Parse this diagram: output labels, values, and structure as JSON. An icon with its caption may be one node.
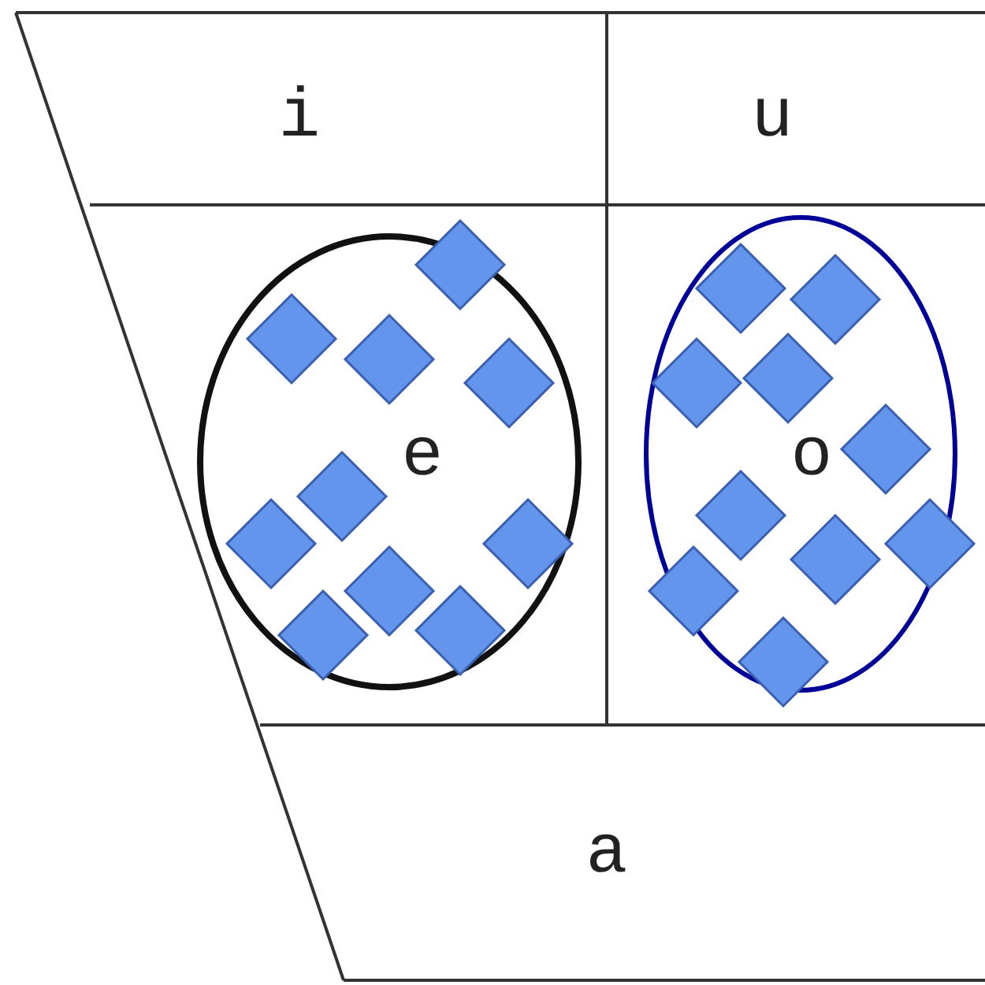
{
  "diagram": {
    "labels": [
      "i",
      "u",
      "e",
      "o",
      "a"
    ]
  }
}
